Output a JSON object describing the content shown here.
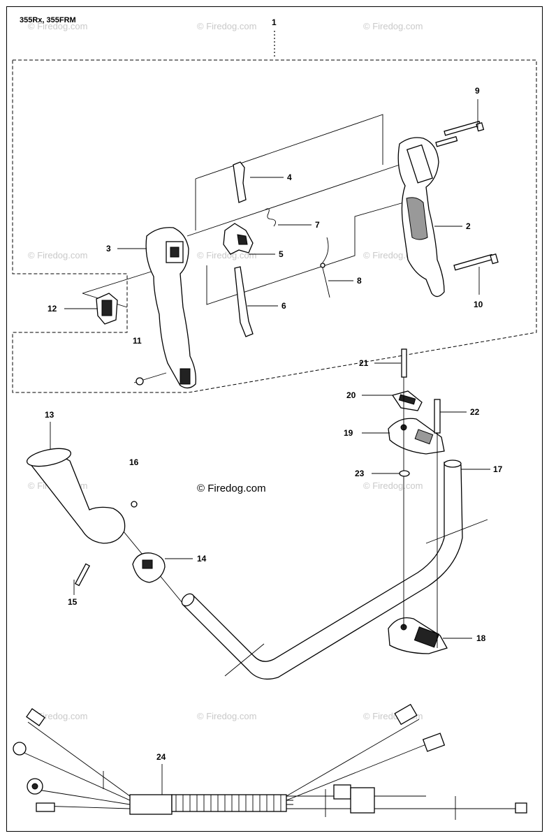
{
  "model_label": "355Rx, 355FRM",
  "watermark": "© Firedog.com",
  "watermark_center": "© Firedog.com",
  "callouts": [
    {
      "id": "1",
      "text": "1"
    },
    {
      "id": "2",
      "text": "2"
    },
    {
      "id": "3",
      "text": "3"
    },
    {
      "id": "4",
      "text": "4"
    },
    {
      "id": "5",
      "text": "5"
    },
    {
      "id": "6",
      "text": "6"
    },
    {
      "id": "7",
      "text": "7"
    },
    {
      "id": "8",
      "text": "8"
    },
    {
      "id": "9",
      "text": "9"
    },
    {
      "id": "10",
      "text": "10"
    },
    {
      "id": "11",
      "text": "11"
    },
    {
      "id": "12",
      "text": "12"
    },
    {
      "id": "13",
      "text": "13"
    },
    {
      "id": "14",
      "text": "14"
    },
    {
      "id": "15",
      "text": "15"
    },
    {
      "id": "16",
      "text": "16"
    },
    {
      "id": "17",
      "text": "17"
    },
    {
      "id": "18",
      "text": "18"
    },
    {
      "id": "19",
      "text": "19"
    },
    {
      "id": "20",
      "text": "20"
    },
    {
      "id": "21",
      "text": "21"
    },
    {
      "id": "22",
      "text": "22"
    },
    {
      "id": "23",
      "text": "23"
    },
    {
      "id": "24",
      "text": "24"
    }
  ]
}
